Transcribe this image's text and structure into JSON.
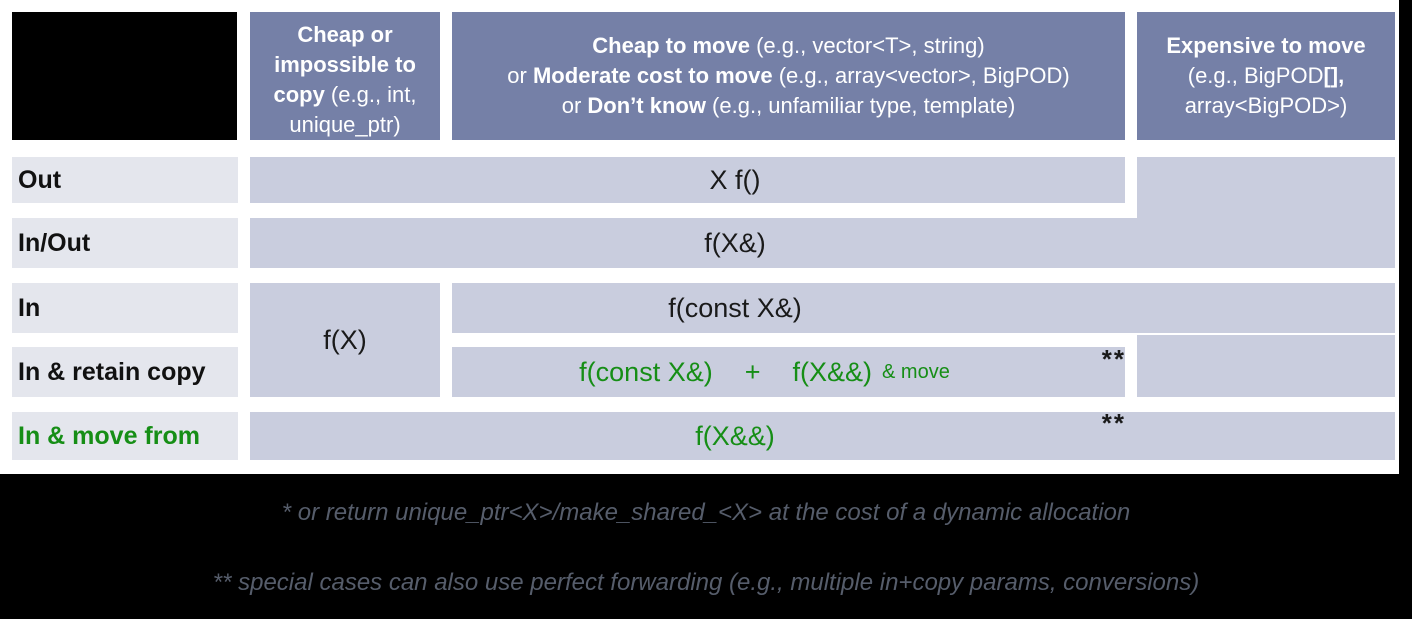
{
  "palette": {
    "header_bg": "#7580a7",
    "cell_bg": "#c9cdde",
    "row_label_bg": "#e4e6ed",
    "accent_green": "#168e16",
    "footnote_text": "#565d6b",
    "frame": "#000000"
  },
  "headers": {
    "col1": {
      "b1": "Cheap or impossible to copy",
      "r1": " (e.g., int, unique_ptr)"
    },
    "col2": {
      "l1b": "Cheap to move",
      "l1r": " (e.g., vector<T>, string)",
      "l2a": "or ",
      "l2b": "Moderate cost to move",
      "l2r": " (e.g., array<vector>, BigPOD)",
      "l3a": "or ",
      "l3b": "Don’t know",
      "l3r": " (e.g., unfamiliar type, template)"
    },
    "col3": {
      "l1b": "Expensive to move",
      "l2a": "(e.g., BigPOD",
      "l2b": "[]",
      "l2c": ",",
      "l3": "array<BigPOD>)"
    }
  },
  "rows": [
    {
      "label": "Out"
    },
    {
      "label": "In/Out"
    },
    {
      "label": "In"
    },
    {
      "label": "In & retain copy"
    },
    {
      "label": "In & move from"
    }
  ],
  "cells": {
    "out": "X f()",
    "inout": "f(X&)",
    "in_cheap_copy": "f(X)",
    "in_other": "f(const X&)",
    "retain_a": "f(const X&)",
    "retain_plus": "+",
    "retain_b": "f(X&&)",
    "retain_note": "& move",
    "retain_marker": "**",
    "move_from": "f(X&&)",
    "move_from_marker": "**"
  },
  "footnotes": {
    "f1": "* or return unique_ptr<X>/make_shared_<X> at the cost of a dynamic allocation",
    "f2": "** special cases can also use perfect forwarding (e.g., multiple in+copy params, conversions)"
  }
}
